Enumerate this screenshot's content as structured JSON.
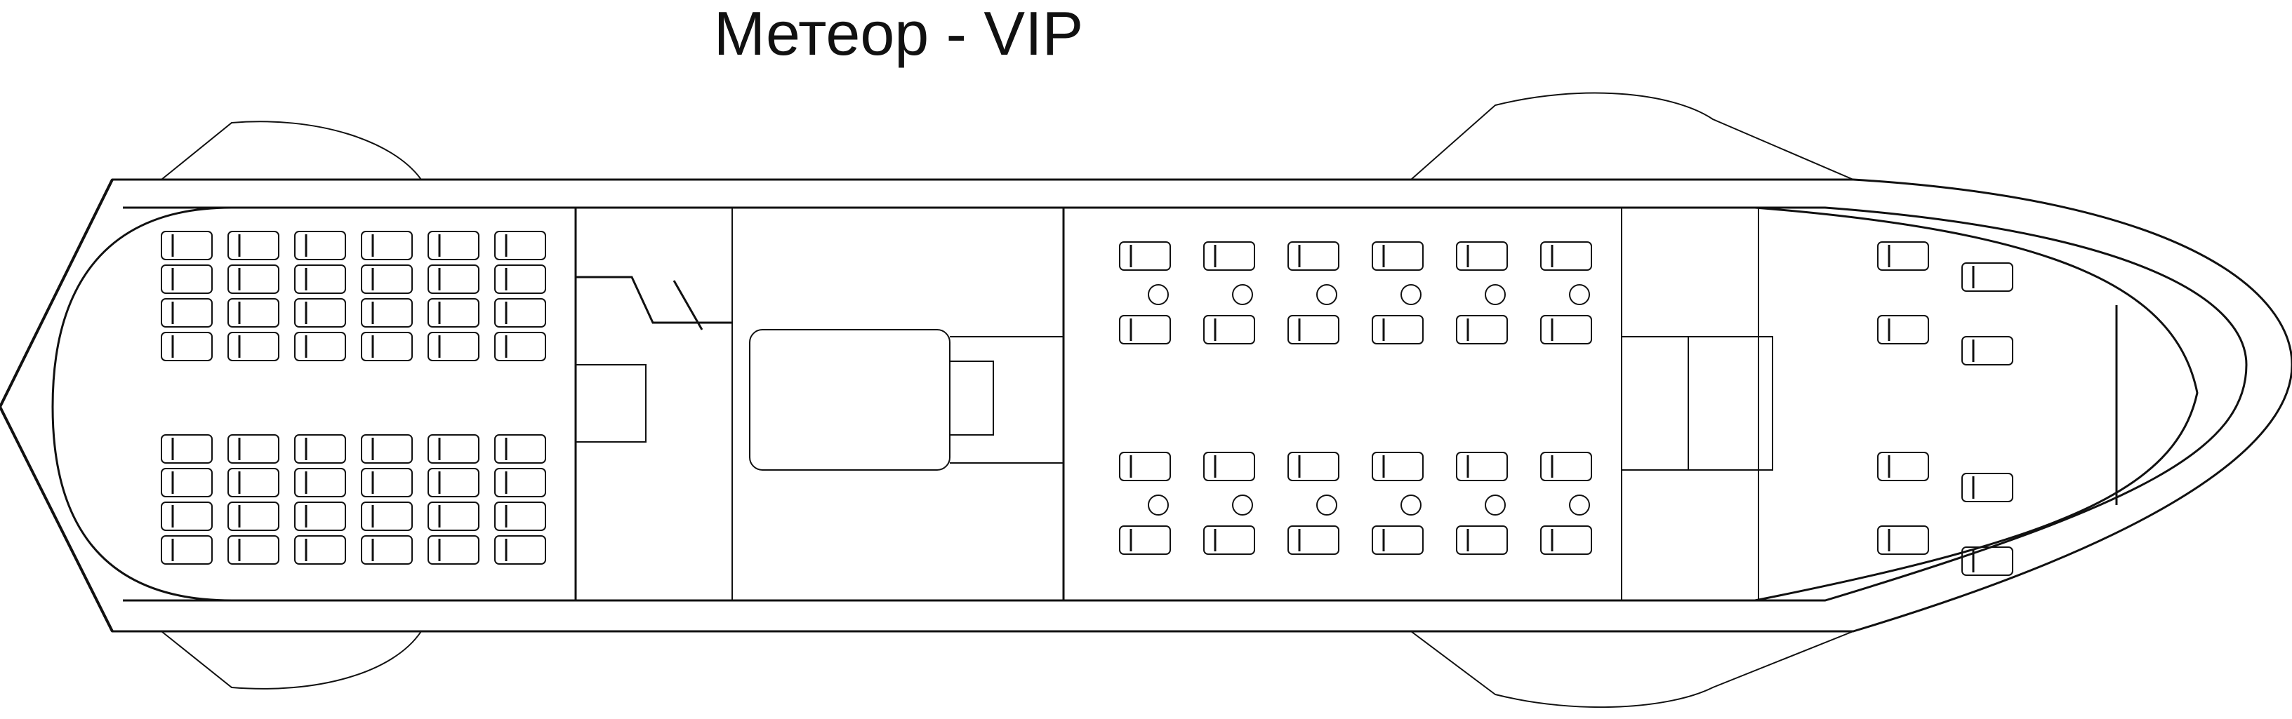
{
  "title": "Метеор - VIP",
  "colors": {
    "line": "#111111",
    "background": "#ffffff"
  },
  "bow_cabin": {
    "rows_upper": 4,
    "rows_lower": 4,
    "columns": 6
  },
  "main_saloon": {
    "rows": 4,
    "columns": 6
  },
  "stern_saloon": {
    "rows": 4,
    "columns": 2
  }
}
